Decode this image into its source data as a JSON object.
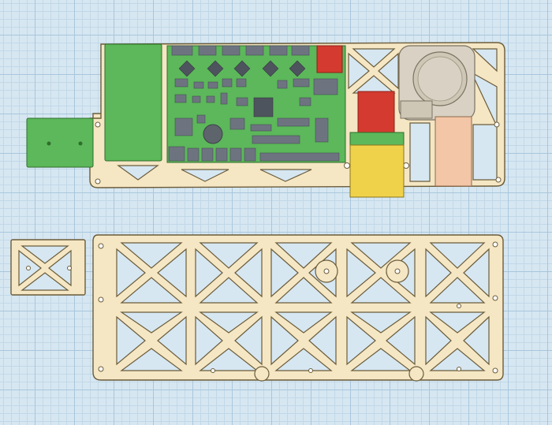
{
  "scene": {
    "workplane_color": "#d6e7f2",
    "grid_major_color": "#a9c6dc",
    "grid_minor_color": "#c2d8e7",
    "plate_color": "#f5e6c4",
    "plate_stroke": "#6b5c3a",
    "board_green": "#5cb85a",
    "chip_gray": "#6d7480",
    "fan_color": "#d9d2c4",
    "red_block": "#d43a2f",
    "yellow_block": "#f0d24a",
    "tan_block": "#f2c6a6"
  },
  "objects": [
    "mounted-plate-assembly",
    "control-board",
    "power-module",
    "blower-fan",
    "red-terminal-block",
    "red-relay-block",
    "yellow-buck-converter",
    "tan-buck-module",
    "bare-lattice-plate",
    "side-bracket"
  ]
}
